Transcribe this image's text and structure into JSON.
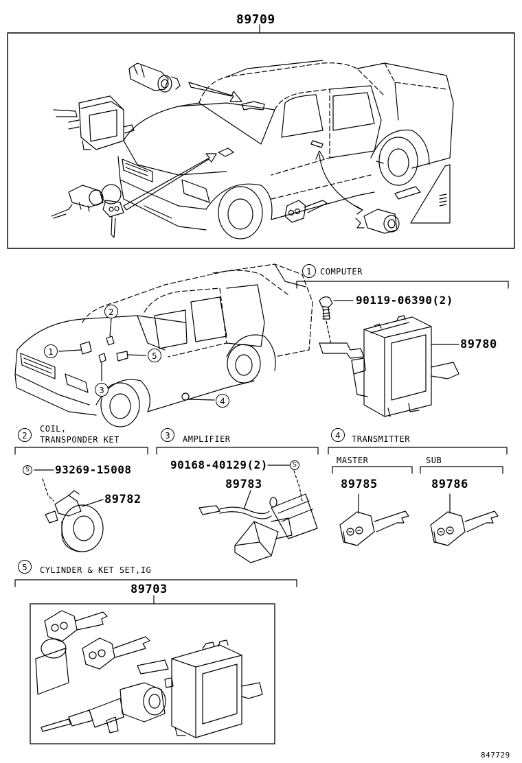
{
  "title_part": "89709",
  "callout_numbers": [
    "1",
    "2",
    "3",
    "4",
    "5"
  ],
  "computer": {
    "num": "1",
    "label": "COMPUTER",
    "bolt": "90119-06390(2)",
    "part": "89780"
  },
  "coil": {
    "num": "2",
    "label_1": "COIL,",
    "label_2": "TRANSPONDER KET",
    "screw_mark": "S",
    "screw": "93269-15008",
    "part": "89782"
  },
  "amplifier": {
    "num": "3",
    "label": "AMPLIFIER",
    "screw": "90168-40129(2)",
    "screw_mark": "S",
    "part": "89783"
  },
  "transmitter": {
    "num": "4",
    "label": "TRANSMITTER",
    "master_label": "MASTER",
    "sub_label": "SUB",
    "master_part": "89785",
    "sub_part": "89786"
  },
  "cylinder": {
    "num": "5",
    "label": "CYLINDER & KET SET,IG",
    "part": "89703"
  },
  "diagram_code": "847729"
}
